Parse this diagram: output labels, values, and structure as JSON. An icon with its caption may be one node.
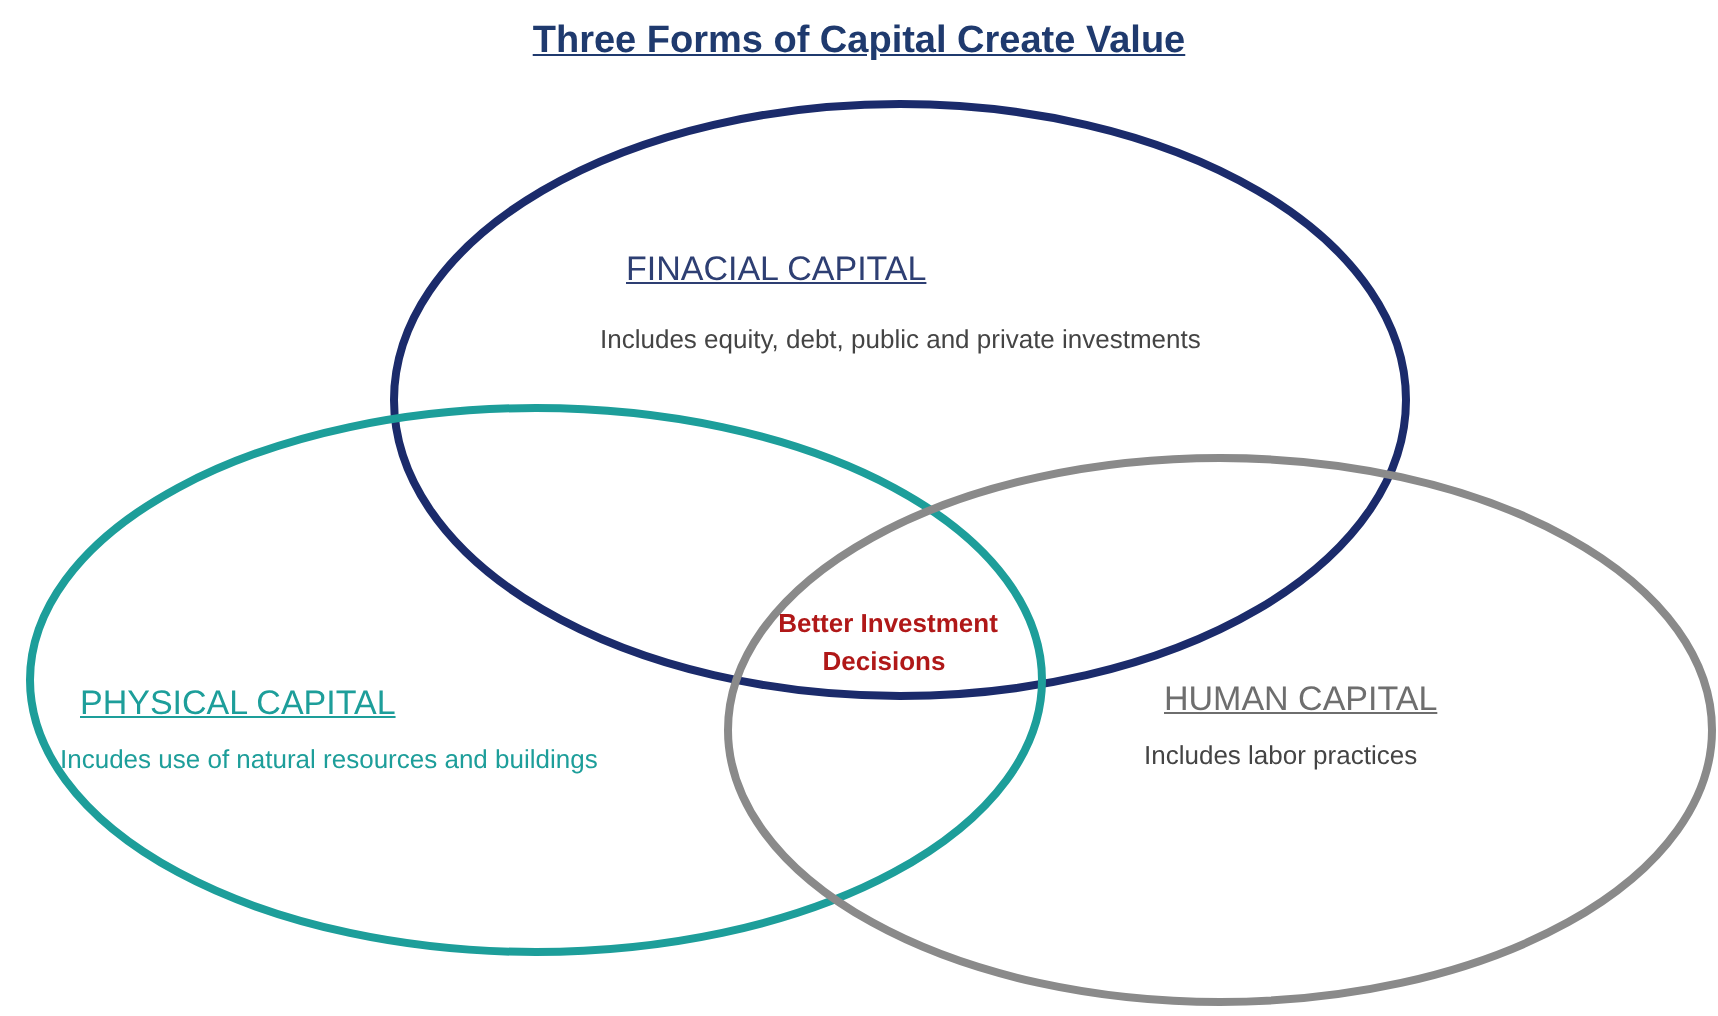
{
  "diagram": {
    "title": "Three Forms of Capital Create Value",
    "nodes": [
      {
        "text": [
          "FINACIAL CAPITAL",
          "Includes equity, debt, public and private investments"
        ]
      },
      {
        "text": [
          "PHYSICAL CAPITAL",
          "Incudes use of natural resources and buildings"
        ]
      },
      {
        "text": [
          "HUMAN CAPITAL",
          "Includes labor practices"
        ]
      }
    ],
    "labels": [
      "Better Investment Decisions"
    ]
  }
}
